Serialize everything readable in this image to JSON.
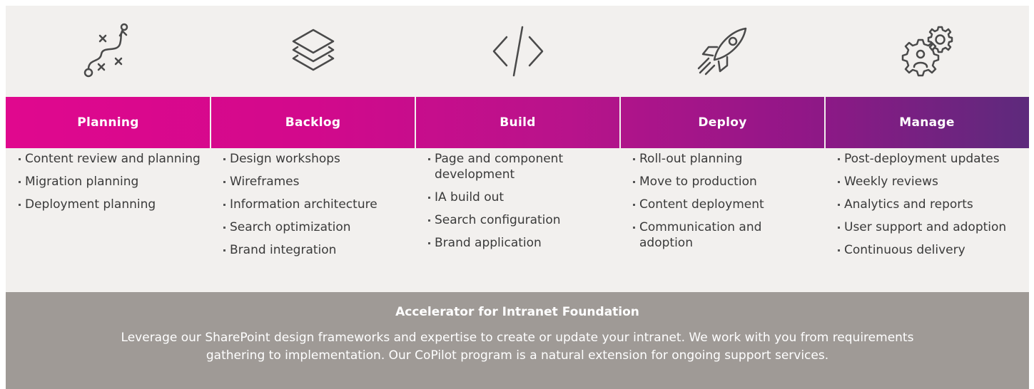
{
  "phases": [
    {
      "title": "Planning",
      "icon": "roadmap-icon",
      "items": [
        "Content review and planning",
        "Migration planning",
        "Deployment planning"
      ]
    },
    {
      "title": "Backlog",
      "icon": "layers-icon",
      "items": [
        "Design workshops",
        "Wireframes",
        "Information architecture",
        "Search optimization",
        "Brand integration"
      ]
    },
    {
      "title": "Build",
      "icon": "code-icon",
      "items": [
        "Page and component development",
        "IA build out",
        "Search configuration",
        "Brand application"
      ]
    },
    {
      "title": "Deploy",
      "icon": "rocket-icon",
      "items": [
        "Roll-out planning",
        "Move to production",
        "Content deployment",
        "Communication and adoption"
      ]
    },
    {
      "title": "Manage",
      "icon": "gears-person-icon",
      "items": [
        "Post-deployment updates",
        "Weekly reviews",
        "Analytics and reports",
        "User support and adoption",
        "Continuous delivery"
      ]
    }
  ],
  "footer": {
    "title": "Accelerator for Intranet Foundation",
    "description": "Leverage our SharePoint design frameworks and expertise to create or update your intranet. We work with you from requirements gathering to implementation. Our CoPilot program is a natural extension for ongoing support services."
  },
  "colors": {
    "gradient_start": "#e0088e",
    "gradient_end": "#5d2a7c",
    "panel_background": "#f2f0ee",
    "footer_background": "#9f9a96",
    "icon_stroke": "#4a4a4a"
  }
}
